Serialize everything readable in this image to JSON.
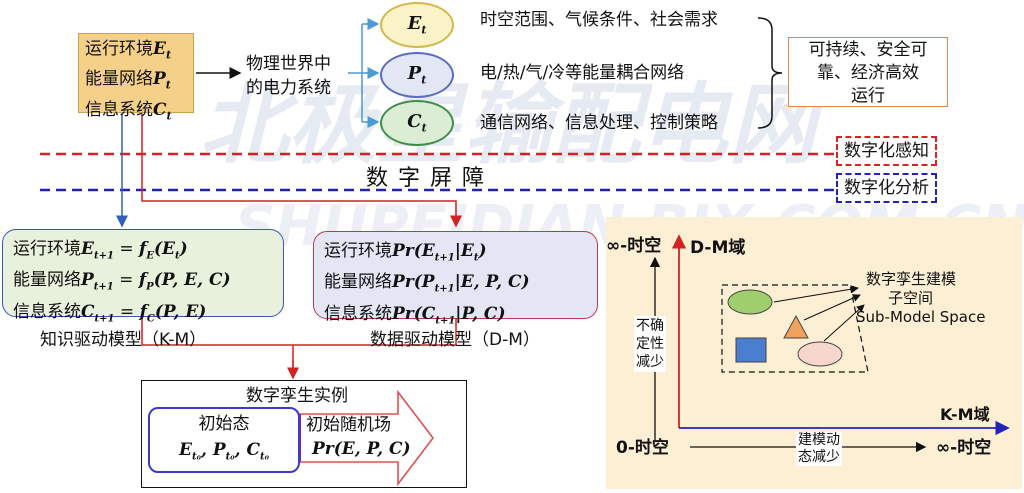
{
  "top": {
    "env_box": [
      "运行环境",
      "能量网络",
      "信息系统"
    ],
    "env_vars": [
      "E",
      "P",
      "C"
    ],
    "physical_system": [
      "物理世界中",
      "的电力系统"
    ],
    "ellipses": [
      {
        "var": "E",
        "desc": "时空范围、气候条件、社会需求"
      },
      {
        "var": "P",
        "desc": "电/热/气/冷等能量耦合网络"
      },
      {
        "var": "C",
        "desc": "通信网络、信息处理、控制策略"
      }
    ],
    "goal": [
      "可持续、安全可",
      "靠、经济高效",
      "运行"
    ]
  },
  "shield": {
    "label": "数字屏障",
    "sense": "数字化感知",
    "analyze": "数字化分析"
  },
  "km": {
    "rows": [
      {
        "label": "运行环境",
        "lhs": "E",
        "fn": "f",
        "sub": "E",
        "args": "E"
      },
      {
        "label": "能量网络",
        "lhs": "P",
        "fn": "f",
        "sub": "P",
        "args": "P, E, C"
      },
      {
        "label": "信息系统",
        "lhs": "C",
        "fn": "f",
        "sub": "C",
        "args": "P, E"
      }
    ],
    "caption": "知识驱动模型（K-M）"
  },
  "dm": {
    "rows": [
      {
        "label": "运行环境",
        "lhs": "E",
        "cond": "E"
      },
      {
        "label": "能量网络",
        "lhs": "P",
        "cond": "E, P, C"
      },
      {
        "label": "信息系统",
        "lhs": "C",
        "cond": "P, C"
      }
    ],
    "caption": "数据驱动模型（D-M）"
  },
  "twin": {
    "title": "数字孪生实例",
    "initial_state": "初始态",
    "random_field": "初始随机场",
    "random_field_formula": "Pr(E, P, C)"
  },
  "panel": {
    "y_top": "∞-时空",
    "y_axis_name": "D-M域",
    "x_axis_name": "K-M域",
    "origin": "0-时空",
    "x_end": "∞-时空",
    "uncertainty": [
      "不确",
      "定性",
      "减少"
    ],
    "modeling": [
      "建模动",
      "态减少"
    ],
    "submodel": [
      "数字孪生建模",
      "子空间"
    ],
    "submodel_en": "Sub-Model Space"
  },
  "colors": {
    "env_box": "#f5d089",
    "km_box": "#e8f1dc",
    "dm_box": "#e4e6f5",
    "panel": "#fcefd4",
    "red": "#d22222",
    "blue": "#2222bb"
  },
  "watermark": {
    "cn": "北极星输配电网",
    "en": "SHUPEIDIAN.BJX.COM.CN"
  }
}
